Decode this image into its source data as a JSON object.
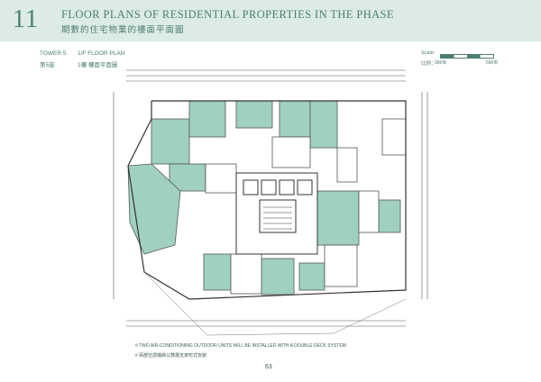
{
  "header": {
    "section_number": "11",
    "title_en": "FLOOR PLANS OF RESIDENTIAL PROPERTIES IN THE PHASE",
    "title_zh": "期數的住宅物業的樓面平面圖"
  },
  "plan_info": {
    "tower_en": "TOWER 5",
    "floor_en": "1/F FLOOR PLAN",
    "tower_zh": "第5座",
    "floor_zh": "1樓 樓面平面圖"
  },
  "scale": {
    "label_en": "Scale:",
    "label_zh": "比例：",
    "start": "0M/米",
    "end": "5M/米"
  },
  "footnotes": {
    "en": "# TWO AIR-CONDITIONING OUTDOOR UNITS WILL BE INSTALLED WITH A DOUBLE DECK SYSTEM",
    "zh": "# 兩部空調機將以雙層支架形式安裝"
  },
  "page_number": "63",
  "colors": {
    "header_band": "#dcebe6",
    "accent": "#4d7d73",
    "unit_fill": "#9fd0c0",
    "line": "#555555"
  }
}
